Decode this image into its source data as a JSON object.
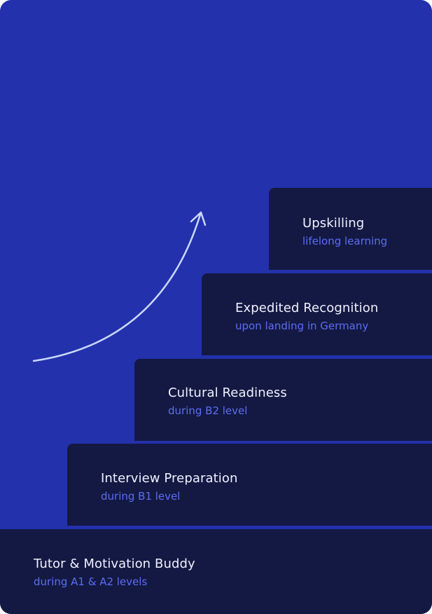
{
  "colors": {
    "background": "#2331AC",
    "step_fill": "#141943",
    "title_text": "#EFF1FF",
    "subtitle_text": "#5B6DF2",
    "arrow": "#C9D7FF"
  },
  "icons": {
    "growth_arrow": "curved-up-arrow-icon"
  },
  "steps": [
    {
      "title": "Tutor & Motivation Buddy",
      "subtitle": "during A1 & A2 levels"
    },
    {
      "title": "Interview Preparation",
      "subtitle": "during B1 level"
    },
    {
      "title": "Cultural Readiness",
      "subtitle": "during B2 level"
    },
    {
      "title": "Expedited Recognition",
      "subtitle": "upon landing in Germany"
    },
    {
      "title": "Upskilling",
      "subtitle": "lifelong learning"
    }
  ]
}
